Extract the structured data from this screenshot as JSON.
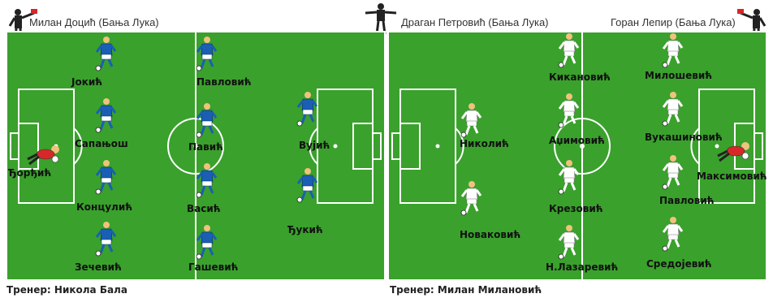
{
  "referees": {
    "left": "Милан Доцић (Бања Лука)",
    "center": "Драган Петровић (Бања Лука)",
    "right": "Горан Лепир (Бања Лука)"
  },
  "team_left": {
    "coach": "Тренер: Никола Бала",
    "kit_color": "#1a5fb4",
    "players": [
      {
        "name": "Ђорђић",
        "goalkeeper": true
      },
      {
        "name": "Јокић"
      },
      {
        "name": "Сапањош"
      },
      {
        "name": "Концулић"
      },
      {
        "name": "Зечевић"
      },
      {
        "name": "Павловић"
      },
      {
        "name": "Павић"
      },
      {
        "name": "Васић"
      },
      {
        "name": "Гашевић"
      },
      {
        "name": "Вујић"
      },
      {
        "name": "Ђукић"
      }
    ]
  },
  "team_right": {
    "coach": "Тренер: Милан Милановић",
    "kit_color": "#ffffff",
    "players": [
      {
        "name": "Николић"
      },
      {
        "name": "Новаковић"
      },
      {
        "name": "Кикановић"
      },
      {
        "name": "Аџимовић"
      },
      {
        "name": "Крезовић"
      },
      {
        "name": "Н.Лазаревић"
      },
      {
        "name": "Милошевић"
      },
      {
        "name": "Вукашиновић"
      },
      {
        "name": "Павловић"
      },
      {
        "name": "Средојевић"
      },
      {
        "name": "Максимовић",
        "goalkeeper": true
      }
    ]
  },
  "colors": {
    "pitch": "#3aa12c",
    "lines": "#ffffff",
    "goalkeeper_kit": "#d62828"
  }
}
